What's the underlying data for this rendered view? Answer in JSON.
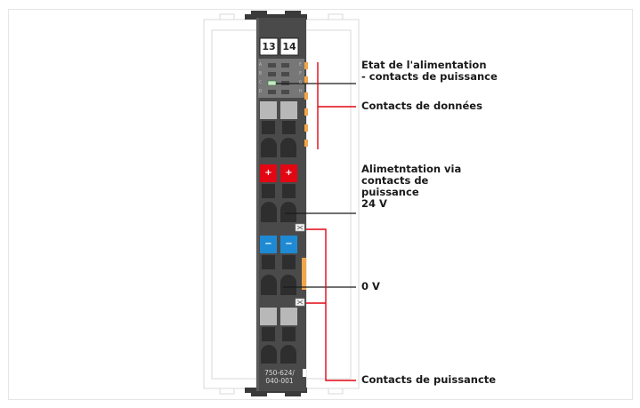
{
  "module": {
    "terminal_numbers": [
      "13",
      "14"
    ],
    "model_number": "750-624/",
    "model_variant": "040-001",
    "led_letters_left": [
      "A",
      "B",
      "C",
      "D"
    ],
    "led_letters_right": [
      "E",
      "F",
      "G",
      "H"
    ],
    "plus_symbol": "+",
    "minus_symbol": "−"
  },
  "labels": {
    "power_state_line1": "Etat de l'alimentation",
    "power_state_line2": "- contacts de puissance",
    "data_contacts": "Contacts de données",
    "supply_line1": "Alimetntation via",
    "supply_line2": "contacts de",
    "supply_line3": "puissance",
    "supply_line4": "24 V",
    "zero_volt": "0 V",
    "power_contacts": "Contacts de puissancte"
  },
  "colors": {
    "module_body": "#4a4a4a",
    "plus_terminal": "#e30613",
    "minus_terminal": "#1f8ad4",
    "callout_red": "#e30613",
    "contact_orange": "#f0a64a"
  }
}
